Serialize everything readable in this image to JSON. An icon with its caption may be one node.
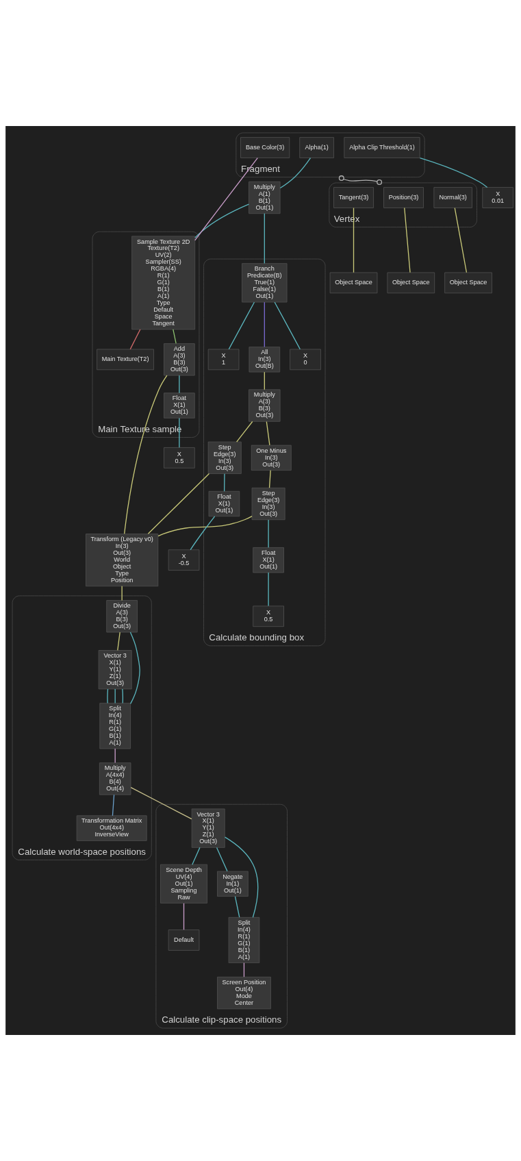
{
  "diagram": {
    "nodes": [
      {
        "text": [
          "Calculate world-space positions"
        ]
      },
      {
        "text": [
          "Transformation Matrix",
          "Out(4x4)",
          "InverseView"
        ],
        "in": 0
      },
      {
        "text": [
          "Multiply",
          "A(4x4)",
          "B(4)",
          "Out(4)"
        ],
        "in": 0
      },
      {
        "text": [
          "Split",
          "In(4)",
          "R(1)",
          "G(1)",
          "B(1)",
          "A(1)"
        ],
        "in": 0
      },
      {
        "text": [
          "Vector 3",
          "X(1)",
          "Y(1)",
          "Z(1)",
          "Out(3)"
        ],
        "in": 0
      },
      {
        "text": [
          "Divide",
          "A(3)",
          "B(3)",
          "Out(3)"
        ],
        "in": 0
      },
      {
        "text": [
          "Calculate clip-space positions"
        ]
      },
      {
        "text": [
          "Screen Position",
          "Out(4)",
          "Mode",
          "Center"
        ],
        "in": 6
      },
      {
        "text": [
          "Split",
          "In(4)",
          "R(1)",
          "G(1)",
          "B(1)",
          "A(1)"
        ],
        "in": 6
      },
      {
        "text": [
          "Negate",
          "In(1)",
          "Out(1)"
        ],
        "in": 6
      },
      {
        "text": [
          "Scene Depth",
          "UV(4)",
          "Out(1)",
          "Sampling",
          "Raw"
        ],
        "in": 6
      },
      {
        "text": [
          "Default"
        ],
        "in": 6
      },
      {
        "text": [
          "Vector 3",
          "X(1)",
          "Y(1)",
          "Z(1)",
          "Out(3)"
        ],
        "in": 6
      },
      {
        "text": [
          "Transform (Legacy v0)",
          "In(3)",
          "Out(3)",
          "World",
          "Object",
          "Type",
          "Position"
        ]
      },
      {
        "text": [
          "Calculate bounding box"
        ]
      },
      {
        "text": [
          "X",
          "-0.5"
        ]
      },
      {
        "text": [
          "Float",
          "X(1)",
          "Out(1)"
        ],
        "in": 14
      },
      {
        "text": [
          "Step",
          "Edge(3)",
          "In(3)",
          "Out(3)"
        ],
        "in": 14
      },
      {
        "text": [
          "X",
          "0.5"
        ],
        "in": 14
      },
      {
        "text": [
          "Float",
          "X(1)",
          "Out(1)"
        ],
        "in": 14
      },
      {
        "text": [
          "Step",
          "Edge(3)",
          "In(3)",
          "Out(3)"
        ],
        "in": 14
      },
      {
        "text": [
          "One Minus",
          "In(3)",
          "Out(3)"
        ],
        "in": 14
      },
      {
        "text": [
          "Multiply",
          "A(3)",
          "B(3)",
          "Out(3)"
        ],
        "in": 14
      },
      {
        "text": [
          "All",
          "In(3)",
          "Out(B)"
        ],
        "in": 14
      },
      {
        "text": [
          "X",
          "1"
        ],
        "in": 14
      },
      {
        "text": [
          "X",
          "0"
        ],
        "in": 14
      },
      {
        "text": [
          "Branch",
          "Predicate(B)",
          "True(1)",
          "False(1)",
          "Out(1)"
        ],
        "in": 14
      },
      {
        "text": [
          "Main Texture sample"
        ]
      },
      {
        "text": [
          "X",
          "0.5"
        ]
      },
      {
        "text": [
          "Float",
          "X(1)",
          "Out(1)"
        ],
        "in": 27
      },
      {
        "text": [
          "Add",
          "A(3)",
          "B(3)",
          "Out(3)"
        ],
        "in": 27
      },
      {
        "text": [
          "Main Texture(T2)"
        ],
        "in": 27
      },
      {
        "text": [
          "Sample Texture 2D",
          "Texture(T2)",
          "UV(2)",
          "Sampler(SS)",
          "RGBA(4)",
          "R(1)",
          "G(1)",
          "B(1)",
          "A(1)",
          "Type",
          "Default",
          "Space",
          "Tangent"
        ],
        "in": 27
      },
      {
        "text": [
          "Multiply",
          "A(1)",
          "B(1)",
          "Out(1)"
        ]
      },
      {
        "text": [
          "Vertex"
        ]
      },
      {
        "text": [
          "Position(3)"
        ],
        "in": 34
      },
      {
        "text": [
          "Normal(3)"
        ],
        "in": 34
      },
      {
        "text": [
          "Tangent(3)"
        ],
        "in": 34
      },
      {
        "text": [
          "Object Space"
        ]
      },
      {
        "text": [
          "Object Space"
        ]
      },
      {
        "text": [
          "Object Space"
        ]
      },
      {
        "text": [
          "Fragment"
        ]
      },
      {
        "text": [
          "Alpha(1)"
        ],
        "in": 41
      },
      {
        "text": [
          "Base Color(3)"
        ],
        "in": 41
      },
      {
        "text": [
          "Alpha Clip Threshold(1)"
        ],
        "in": 41
      },
      {
        "text": [
          "X",
          "0.01"
        ]
      }
    ],
    "edges": [
      {
        "from": 1,
        "to": 2,
        "arrow": "none",
        "color": "#6a9ec8"
      },
      {
        "from": 12,
        "to": 2,
        "arrow": "none",
        "color": "#c8c08c"
      },
      {
        "from": 2,
        "to": 3,
        "arrow": "none",
        "color": "#c89cc8"
      },
      {
        "from": 3,
        "to": 4,
        "arrow": "none"
      },
      {
        "from": 3,
        "to": 4,
        "arrow": "none"
      },
      {
        "from": 3,
        "to": 4,
        "arrow": "none"
      },
      {
        "from": 3,
        "to": 5,
        "arrow": "none"
      },
      {
        "from": 4,
        "to": 5,
        "arrow": "none",
        "color": "#c8c878"
      },
      {
        "from": 5,
        "to": 13,
        "arrow": "none",
        "color": "#c8c878"
      },
      {
        "from": 7,
        "to": 8,
        "arrow": "none",
        "color": "#c89cc8"
      },
      {
        "from": 8,
        "to": 12,
        "arrow": "none"
      },
      {
        "from": 8,
        "to": 9,
        "arrow": "none"
      },
      {
        "from": 9,
        "to": 12,
        "arrow": "none"
      },
      {
        "from": 10,
        "to": 12,
        "arrow": "none"
      },
      {
        "from": 11,
        "to": 10,
        "arrow": "none",
        "color": "#c89cc8"
      },
      {
        "from": 13,
        "to": 17,
        "arrow": "none",
        "color": "#c8c878"
      },
      {
        "from": 13,
        "to": 20,
        "arrow": "none",
        "color": "#c8c878"
      },
      {
        "from": 13,
        "to": 30,
        "arrow": "none",
        "color": "#c8c878"
      },
      {
        "from": 15,
        "to": 16,
        "arrow": "none"
      },
      {
        "from": 16,
        "to": 17,
        "arrow": "none"
      },
      {
        "from": 18,
        "to": 19,
        "arrow": "none"
      },
      {
        "from": 19,
        "to": 20,
        "arrow": "none"
      },
      {
        "from": 17,
        "to": 22,
        "arrow": "none",
        "color": "#c8c878"
      },
      {
        "from": 20,
        "to": 21,
        "arrow": "none",
        "color": "#c8c878"
      },
      {
        "from": 21,
        "to": 22,
        "arrow": "none",
        "color": "#c8c878"
      },
      {
        "from": 22,
        "to": 23,
        "arrow": "none",
        "color": "#c8c878"
      },
      {
        "from": 23,
        "to": 26,
        "arrow": "none",
        "color": "#7a6ad0"
      },
      {
        "from": 24,
        "to": 26,
        "arrow": "none"
      },
      {
        "from": 25,
        "to": 26,
        "arrow": "none"
      },
      {
        "from": 26,
        "to": 33,
        "arrow": "none"
      },
      {
        "from": 28,
        "to": 29,
        "arrow": "none"
      },
      {
        "from": 29,
        "to": 30,
        "arrow": "none"
      },
      {
        "from": 30,
        "to": 32,
        "arrow": "none",
        "color": "#8cc070"
      },
      {
        "from": 31,
        "to": 32,
        "arrow": "none",
        "color": "#d06a6a"
      },
      {
        "from": 32,
        "to": 43,
        "arrow": "none",
        "color": "#c89cc8"
      },
      {
        "from": 32,
        "to": 33,
        "arrow": "none"
      },
      {
        "from": 33,
        "to": 42,
        "arrow": "none"
      },
      {
        "from": 45,
        "to": 44,
        "arrow": "none"
      },
      {
        "from": 38,
        "to": 35,
        "arrow": "none",
        "color": "#c8c878"
      },
      {
        "from": 39,
        "to": 36,
        "arrow": "none",
        "color": "#c8c878"
      },
      {
        "from": 40,
        "to": 37,
        "arrow": "none",
        "color": "#c8c878"
      },
      {
        "from": 34,
        "to": 41,
        "arrow": "other",
        "color": "#b0b0b0"
      }
    ]
  }
}
